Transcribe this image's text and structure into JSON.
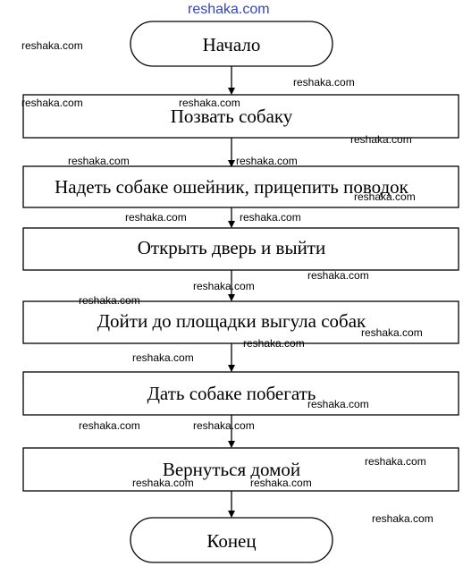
{
  "diagram": {
    "start": "Начало",
    "steps": [
      "Позвать собаку",
      "Надеть собаке ошейник, прицепить поводок",
      "Открыть дверь и выйти",
      "Дойти до площадки выгула собак",
      "Дать собаке побегать",
      "Вернуться домой"
    ],
    "end": "Конец"
  },
  "watermark": {
    "top": "reshaka.com",
    "text": "reshaka.com"
  }
}
